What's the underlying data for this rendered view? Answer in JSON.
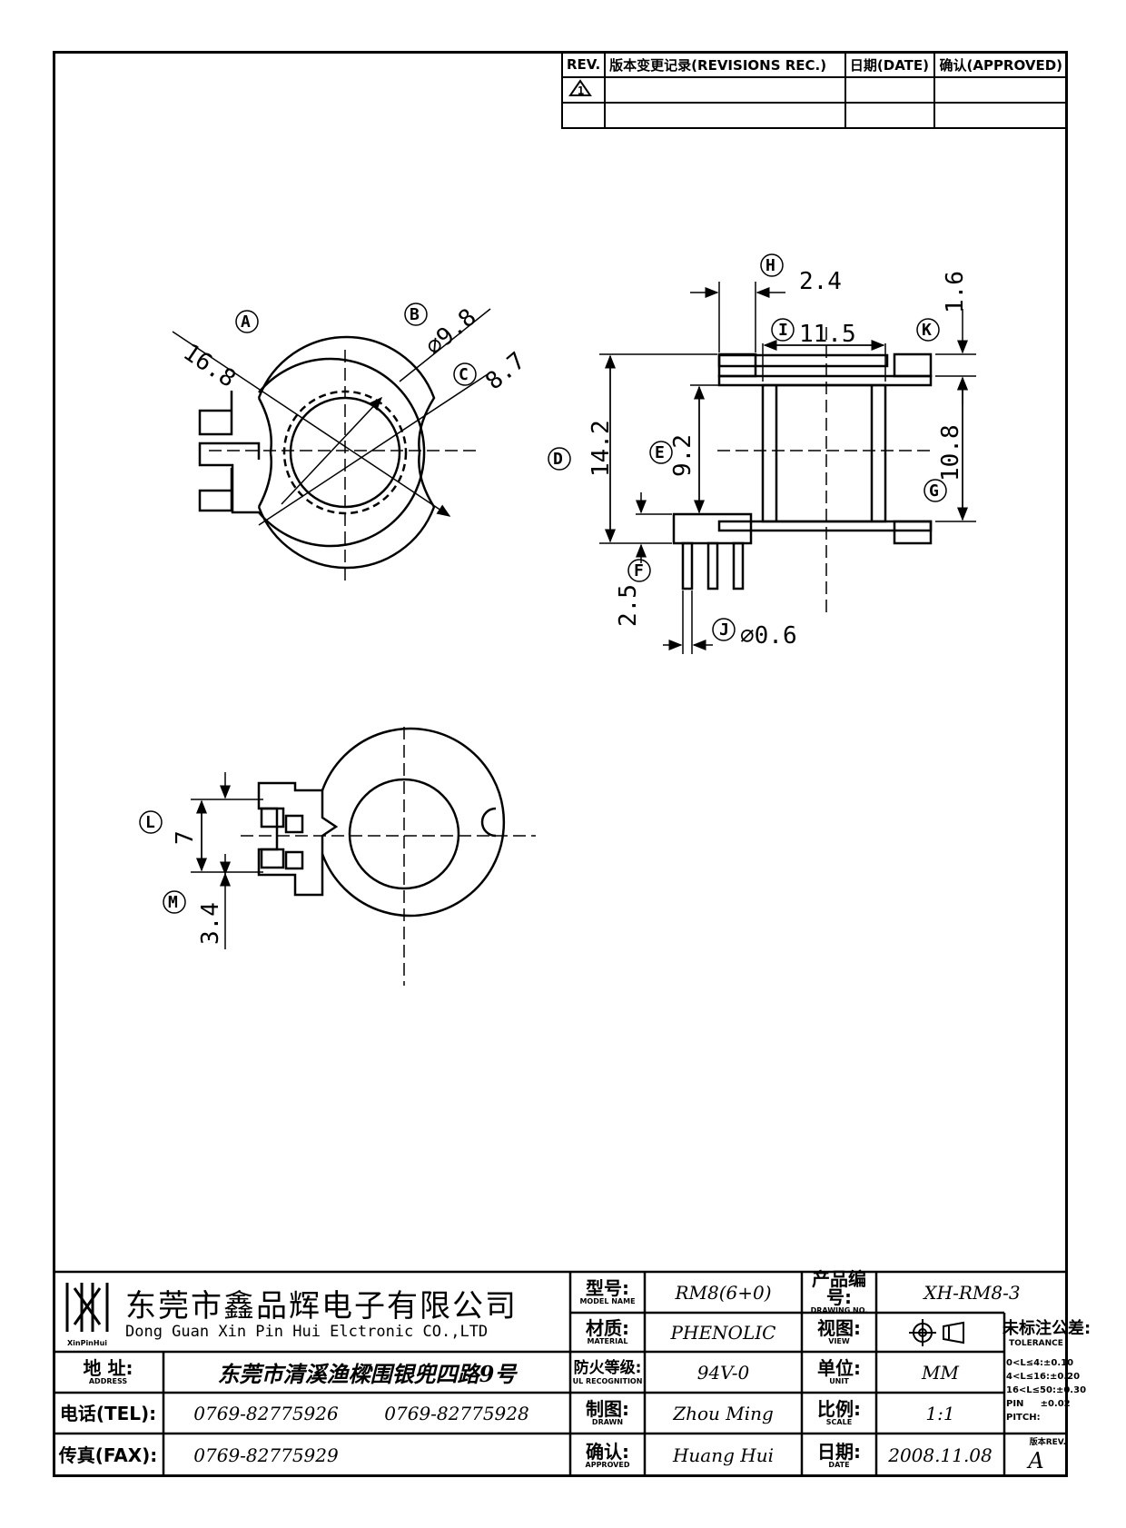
{
  "revisions": {
    "header": {
      "rev": "REV.",
      "record": "版本变更记录(REVISIONS REC.)",
      "date": "日期(DATE)",
      "approved": "确认(APPROVED)"
    },
    "marker_symbol": "1"
  },
  "dimensions": {
    "A": "16.8",
    "B": "⌀9.8",
    "C": "8.7",
    "D": "14.2",
    "E": "9.2",
    "F": "2.5",
    "G": "10.8",
    "H": "2.4",
    "I": "11.5",
    "J": "⌀0.6",
    "K": "1.6",
    "L": "7",
    "M": "3.4"
  },
  "callouts": [
    "A",
    "B",
    "C",
    "D",
    "E",
    "F",
    "G",
    "H",
    "I",
    "J",
    "K",
    "L",
    "M"
  ],
  "title_block": {
    "company_cn": "东莞市鑫品辉电子有限公司",
    "company_en": "Dong Guan Xin Pin Hui Elctronic CO.,LTD",
    "logo_text": "XinPinHui",
    "address_label": "地 址:",
    "address_label_en": "ADDRESS",
    "address": "东莞市清溪渔樑围银兜四路9号",
    "tel_label": "电话(TEL):",
    "tel1": "0769-82775926",
    "tel2": "0769-82775928",
    "fax_label": "传真(FAX):",
    "fax": "0769-82775929",
    "model_label": "型号:",
    "model_label_en": "MODEL NAME",
    "model": "RM8(6+0)",
    "material_label": "材质:",
    "material_label_en": "MATERIAL",
    "material": "PHENOLIC",
    "ul_label": "防火等级:",
    "ul_label_en": "UL RECOGNITION",
    "ul": "94V-0",
    "drawn_label": "制图:",
    "drawn_label_en": "DRAWN",
    "drawn": "Zhou Ming",
    "approved_label": "确认:",
    "approved_label_en": "APPROVED",
    "approved": "Huang Hui",
    "drawing_no_label": "产品编号:",
    "drawing_no_label_en": "DRAWING NO.",
    "drawing_no": "XH-RM8-3",
    "view_label": "视图:",
    "view_label_en": "VIEW",
    "unit_label": "单位:",
    "unit_label_en": "UNIT",
    "unit": "MM",
    "scale_label": "比例:",
    "scale_label_en": "SCALE",
    "scale": "1:1",
    "date_label": "日期:",
    "date_label_en": "DATE",
    "date": "2008.11.08",
    "tolerance_label": "未标注公差:",
    "tolerance_label_en": "TOLERANCE",
    "tolerances": [
      {
        "range": "0<L≤4:",
        "value": "±0.10"
      },
      {
        "range": "4<L≤16:",
        "value": "±0.20"
      },
      {
        "range": "16<L≤50:",
        "value": "±0.30"
      },
      {
        "range": "PIN PITCH:",
        "value": "±0.02"
      }
    ],
    "rev_label": "版本REV.",
    "rev": "A"
  }
}
